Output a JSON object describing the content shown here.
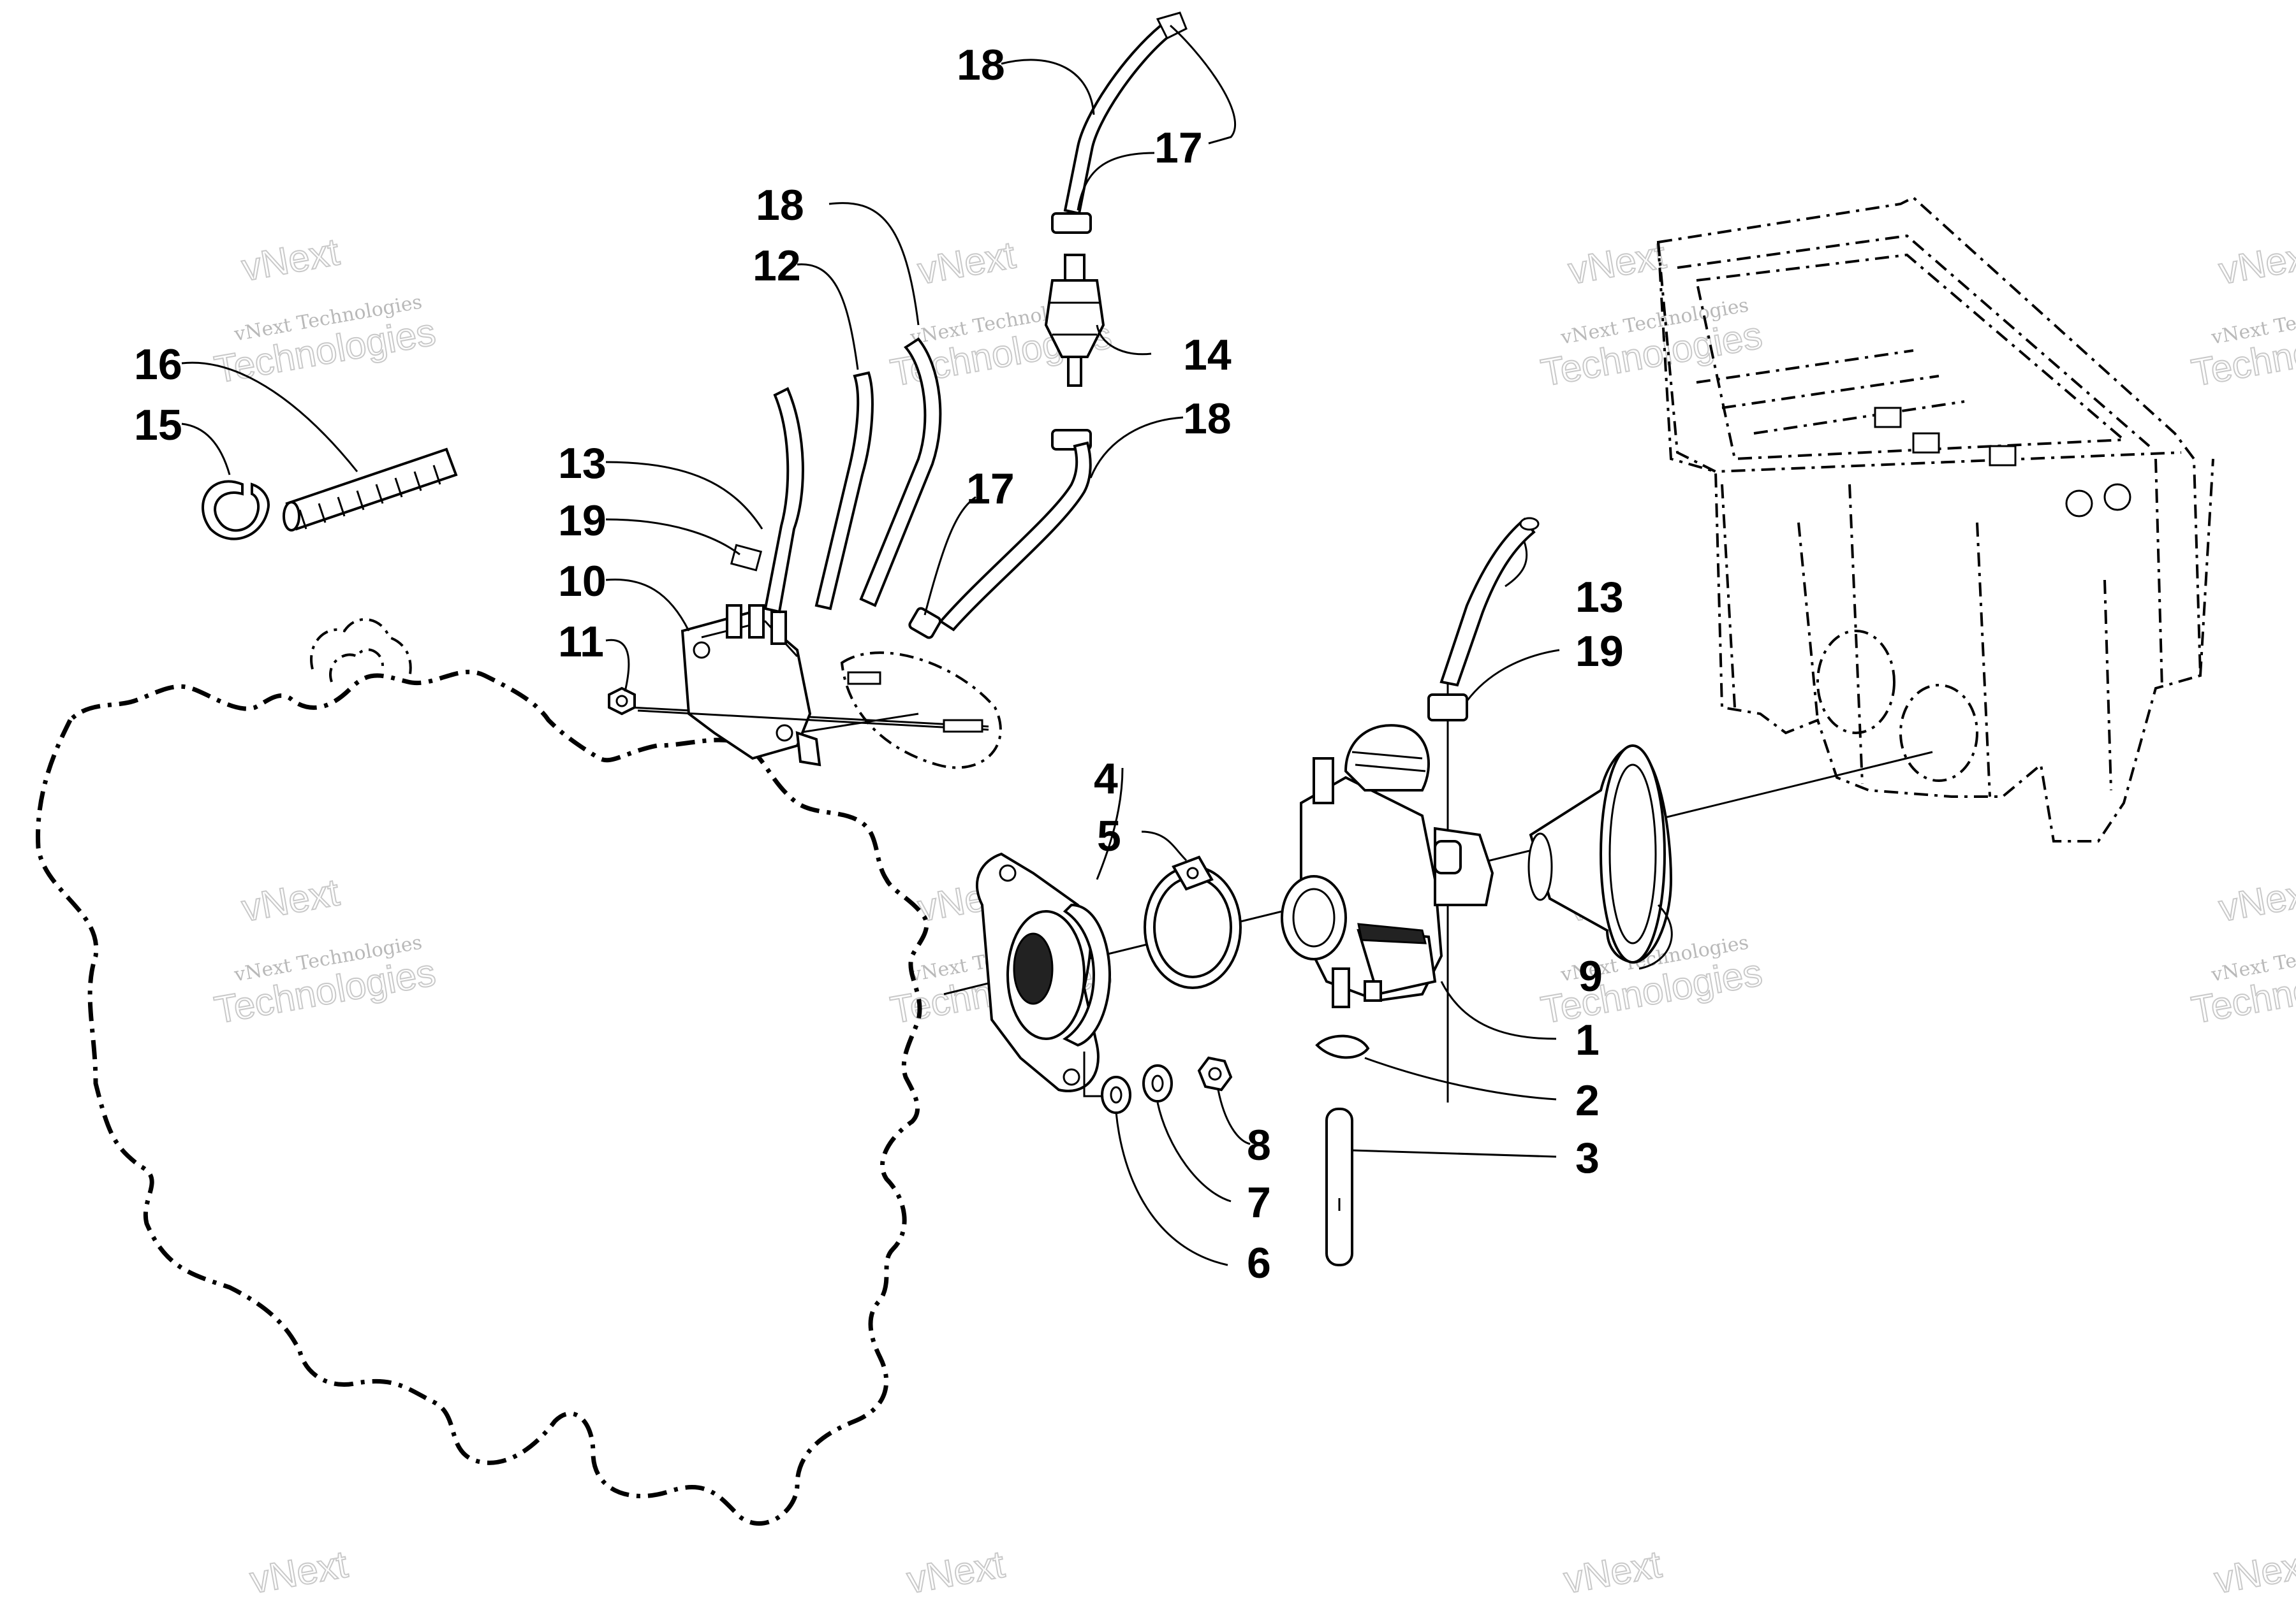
{
  "watermark": {
    "line1": "vNext Technologies",
    "line2": "vNext",
    "line3": "Technologies"
  },
  "parts": [
    {
      "id": "p1",
      "number": "1"
    },
    {
      "id": "p2",
      "number": "2"
    },
    {
      "id": "p3",
      "number": "3"
    },
    {
      "id": "p4",
      "number": "4"
    },
    {
      "id": "p5",
      "number": "5"
    },
    {
      "id": "p6",
      "number": "6"
    },
    {
      "id": "p7",
      "number": "7"
    },
    {
      "id": "p8",
      "number": "8"
    },
    {
      "id": "p9",
      "number": "9"
    },
    {
      "id": "p10",
      "number": "10"
    },
    {
      "id": "p11",
      "number": "11"
    },
    {
      "id": "p12",
      "number": "12"
    },
    {
      "id": "p13a",
      "number": "13"
    },
    {
      "id": "p13b",
      "number": "13"
    },
    {
      "id": "p14",
      "number": "14"
    },
    {
      "id": "p15",
      "number": "15"
    },
    {
      "id": "p16",
      "number": "16"
    },
    {
      "id": "p17a",
      "number": "17"
    },
    {
      "id": "p17b",
      "number": "17"
    },
    {
      "id": "p18a",
      "number": "18"
    },
    {
      "id": "p18b",
      "number": "18"
    },
    {
      "id": "p18c",
      "number": "18"
    },
    {
      "id": "p19a",
      "number": "19"
    },
    {
      "id": "p19b",
      "number": "19"
    }
  ]
}
